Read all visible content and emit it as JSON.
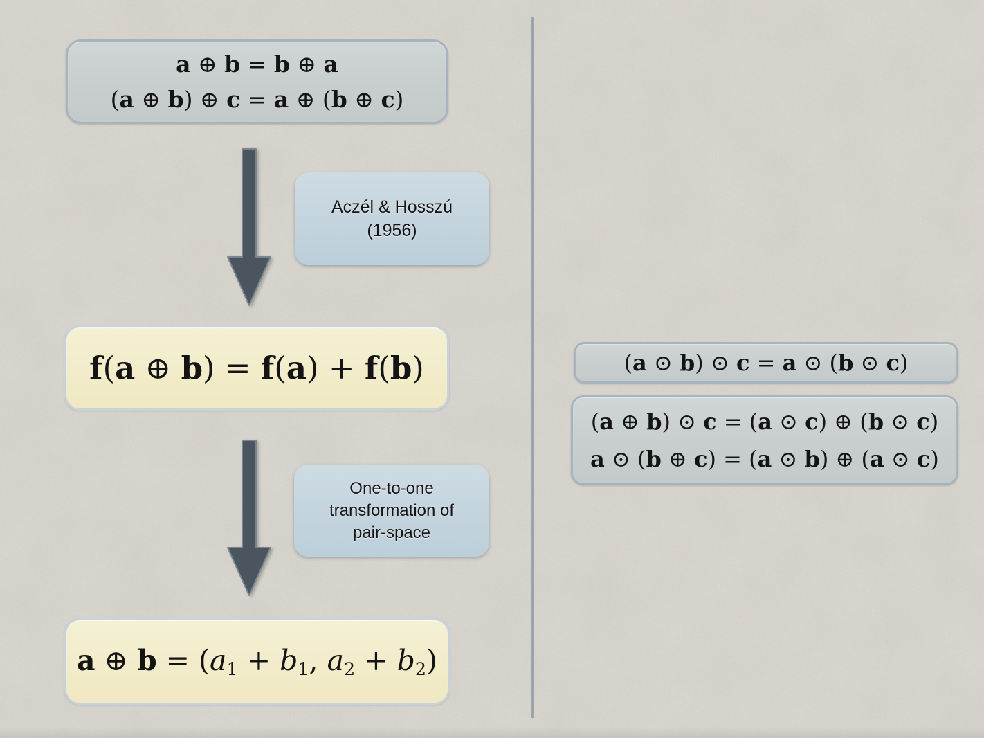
{
  "slide": {
    "description": "Derivation diagram: commutative-associative operator axioms lead via Aczel-Hosszu theorem and pair-space transformation to componentwise sum; right column lists odot associativity and distributivity axioms"
  },
  "colors": {
    "paper_background": "#dcd8d0",
    "gray_box_fill": "#c9cfce",
    "gray_box_border": "#a7b4be",
    "yellow_box_fill": "#f2ecca",
    "yellow_box_border": "#c8d2d9",
    "blue_label_fill": "#c4d4de",
    "arrow_fill": "#4a555f",
    "arrow_outline": "#7b858e",
    "divider": "#9aa4ad",
    "equation_text": "#141414"
  },
  "equations": {
    "oplus_comm": [
      [
        "b",
        "a"
      ],
      [
        "n",
        " ⊕ "
      ],
      [
        "b",
        "b"
      ],
      [
        "n",
        " = "
      ],
      [
        "b",
        "b"
      ],
      [
        "n",
        " ⊕ "
      ],
      [
        "b",
        "a"
      ]
    ],
    "oplus_assoc": [
      [
        "n",
        "("
      ],
      [
        "b",
        "a"
      ],
      [
        "n",
        " ⊕ "
      ],
      [
        "b",
        "b"
      ],
      [
        "n",
        ") ⊕ "
      ],
      [
        "b",
        "c"
      ],
      [
        "n",
        " = "
      ],
      [
        "b",
        "a"
      ],
      [
        "n",
        " ⊕ ("
      ],
      [
        "b",
        "b"
      ],
      [
        "n",
        " ⊕ "
      ],
      [
        "b",
        "c"
      ],
      [
        "n",
        ")"
      ]
    ],
    "additivity": [
      [
        "b",
        "f"
      ],
      [
        "n",
        "("
      ],
      [
        "b",
        "a"
      ],
      [
        "n",
        " ⊕ "
      ],
      [
        "b",
        "b"
      ],
      [
        "n",
        ") = "
      ],
      [
        "b",
        "f"
      ],
      [
        "n",
        "("
      ],
      [
        "b",
        "a"
      ],
      [
        "n",
        ") + "
      ],
      [
        "b",
        "f"
      ],
      [
        "n",
        "("
      ],
      [
        "b",
        "b"
      ],
      [
        "n",
        ")"
      ]
    ],
    "pair_sum": [
      [
        "b",
        "a"
      ],
      [
        "n",
        " ⊕ "
      ],
      [
        "b",
        "b"
      ],
      [
        "n",
        " = ("
      ],
      [
        "i",
        "a"
      ],
      [
        "sub",
        "1"
      ],
      [
        "n",
        " + "
      ],
      [
        "i",
        "b"
      ],
      [
        "sub",
        "1"
      ],
      [
        "n",
        ", "
      ],
      [
        "i",
        "a"
      ],
      [
        "sub",
        "2"
      ],
      [
        "n",
        " + "
      ],
      [
        "i",
        "b"
      ],
      [
        "sub",
        "2"
      ],
      [
        "n",
        ")"
      ]
    ],
    "odot_assoc": [
      [
        "n",
        "("
      ],
      [
        "b",
        "a"
      ],
      [
        "n",
        " ⊙ "
      ],
      [
        "b",
        "b"
      ],
      [
        "n",
        ") ⊙ "
      ],
      [
        "b",
        "c"
      ],
      [
        "n",
        " = "
      ],
      [
        "b",
        "a"
      ],
      [
        "n",
        " ⊙ ("
      ],
      [
        "b",
        "b"
      ],
      [
        "n",
        " ⊙ "
      ],
      [
        "b",
        "c"
      ],
      [
        "n",
        ")"
      ]
    ],
    "distrib_right": [
      [
        "n",
        "("
      ],
      [
        "b",
        "a"
      ],
      [
        "n",
        " ⊕ "
      ],
      [
        "b",
        "b"
      ],
      [
        "n",
        ") ⊙ "
      ],
      [
        "b",
        "c"
      ],
      [
        "n",
        " = ("
      ],
      [
        "b",
        "a"
      ],
      [
        "n",
        " ⊙ "
      ],
      [
        "b",
        "c"
      ],
      [
        "n",
        ") ⊕ ("
      ],
      [
        "b",
        "b"
      ],
      [
        "n",
        " ⊙ "
      ],
      [
        "b",
        "c"
      ],
      [
        "n",
        ")"
      ]
    ],
    "distrib_left": [
      [
        "b",
        "a"
      ],
      [
        "n",
        " ⊙ ("
      ],
      [
        "b",
        "b"
      ],
      [
        "n",
        " ⊕ "
      ],
      [
        "b",
        "c"
      ],
      [
        "n",
        ") = ("
      ],
      [
        "b",
        "a"
      ],
      [
        "n",
        " ⊙ "
      ],
      [
        "b",
        "b"
      ],
      [
        "n",
        ") ⊕ ("
      ],
      [
        "b",
        "a"
      ],
      [
        "n",
        " ⊙ "
      ],
      [
        "b",
        "c"
      ],
      [
        "n",
        ")"
      ]
    ]
  },
  "labels": {
    "aczel": {
      "lines": [
        "Aczél & Hosszú",
        "(1956)"
      ]
    },
    "one_to_one": {
      "lines": [
        "One-to-one",
        "transformation of",
        "pair-space"
      ]
    }
  }
}
